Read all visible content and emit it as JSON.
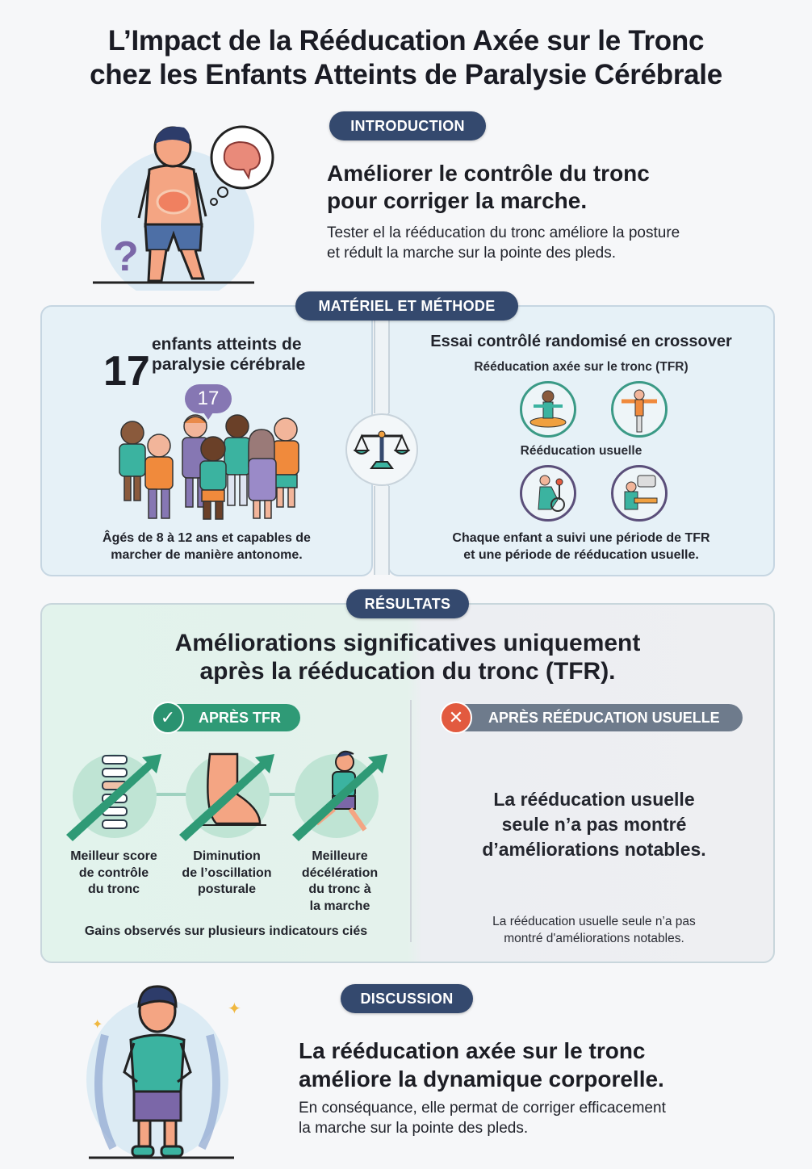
{
  "title": {
    "line1": "L’Impact de la Rééducation Axée sur le Tronc",
    "line2": "chez les Enfants Atteints de Paralysie Cérébrale"
  },
  "introduction": {
    "label": "INTRODUCTION",
    "heading_line1": "Améliorer le contrôle du tronc",
    "heading_line2": "pour corriger la marche.",
    "text_line1": "Tester el la rééducation du tronc améliore la posture",
    "text_line2": "et rédult la marche sur la pointe des pleds.",
    "illustration": "child-thinking-brain-question-icon"
  },
  "methods": {
    "label": "MATÉRIEL ET MÉTHODE",
    "participants": {
      "count": "17",
      "desc_line1": "enfants atteints de",
      "desc_line2": "paralysie cérébrale",
      "badge": "17",
      "footer_line1": "Âgés de 8 à 12 ans et capables de",
      "footer_line2": "marcher de manière antonome."
    },
    "design": {
      "heading": "Essai contrôlé randomisé en crossover",
      "group1": "Rééducation axée sur le tronc (TFR)",
      "group2": "Rééducation usuelle",
      "footer_line1": "Chaque enfant a suivi une période de TFR",
      "footer_line2": "et une période de rééducation usuelle."
    }
  },
  "results": {
    "label": "RÉSULTATS",
    "heading_line1": "Améliorations significatives uniquement",
    "heading_line2": "après la rééducation du tronc (TFR).",
    "tfr": {
      "tag": "APRÈS TFR",
      "tag_icon": "✓",
      "indicators": [
        {
          "icon": "spine-icon",
          "l1": "Meilleur score",
          "l2": "de contrôle",
          "l3": "du tronc",
          "l4": ""
        },
        {
          "icon": "foot-icon",
          "l1": "Diminution",
          "l2": "de l’oscillation",
          "l3": "posturale",
          "l4": ""
        },
        {
          "icon": "running-child-icon",
          "l1": "Meilleure",
          "l2": "décélération",
          "l3": "du tronc à",
          "l4": "la marche"
        }
      ],
      "footer": "Gains observés sur plusieurs indicatours ciés"
    },
    "usual": {
      "tag": "APRÈS RÉÉDUCATION USUELLE",
      "tag_icon": "✕",
      "heading_line1": "La rééducation usuelle",
      "heading_line2": "seule n’a pas montré",
      "heading_line3": "d’améliorations notables.",
      "text_line1": "La rééducation usuelle seule n’a pas",
      "text_line2": "montré d'améliorations notables."
    }
  },
  "discussion": {
    "label": "DISCUSSION",
    "heading_line1": "La rééducation axée sur le tronc",
    "heading_line2": "améliore la dynamique corporelle.",
    "text_line1": "En conséquance, elle permat de corriger efficacement",
    "text_line2": "la marche sur la pointe des pleds."
  },
  "colors": {
    "pill": "#34496e",
    "tfr_green": "#2f9a76",
    "usual_grey": "#6e7b8c",
    "x_red": "#e25a3f",
    "methods_bg": "#e6f1f7"
  }
}
